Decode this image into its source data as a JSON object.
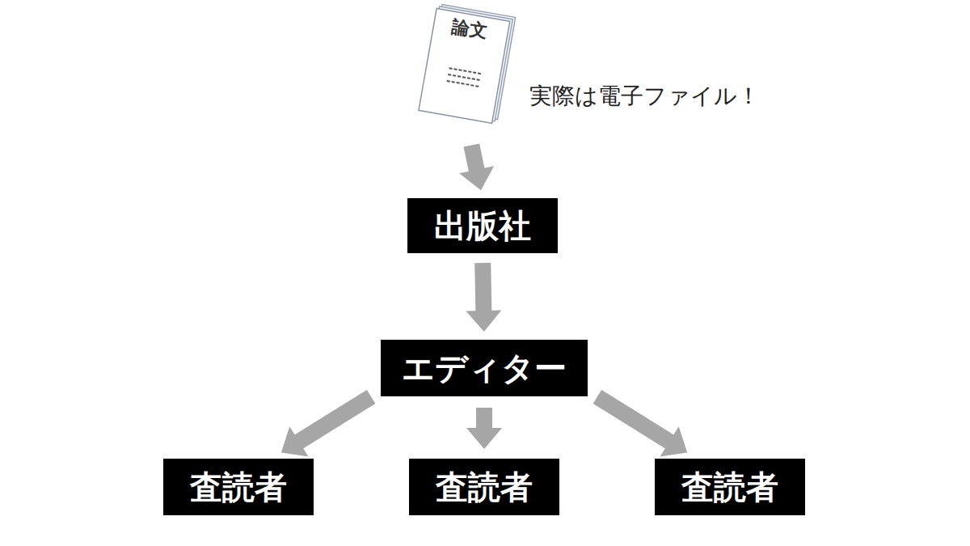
{
  "diagram": {
    "nodes": [
      {
        "text": [
          "論文"
        ]
      },
      {
        "text": [
          "出版社"
        ]
      },
      {
        "text": [
          "エディター"
        ]
      },
      {
        "text": [
          "査読者"
        ]
      },
      {
        "text": [
          "査読者"
        ]
      },
      {
        "text": [
          "査読者"
        ]
      }
    ],
    "edges": [
      {
        "from": 0,
        "to": 1,
        "arrow": "to"
      },
      {
        "from": 1,
        "to": 2,
        "arrow": "to"
      },
      {
        "from": 2,
        "to": 3,
        "arrow": "to"
      },
      {
        "from": 2,
        "to": 4,
        "arrow": "to"
      },
      {
        "from": 2,
        "to": 5,
        "arrow": "to"
      }
    ],
    "labels": [
      "実際は電子ファイル！"
    ]
  }
}
